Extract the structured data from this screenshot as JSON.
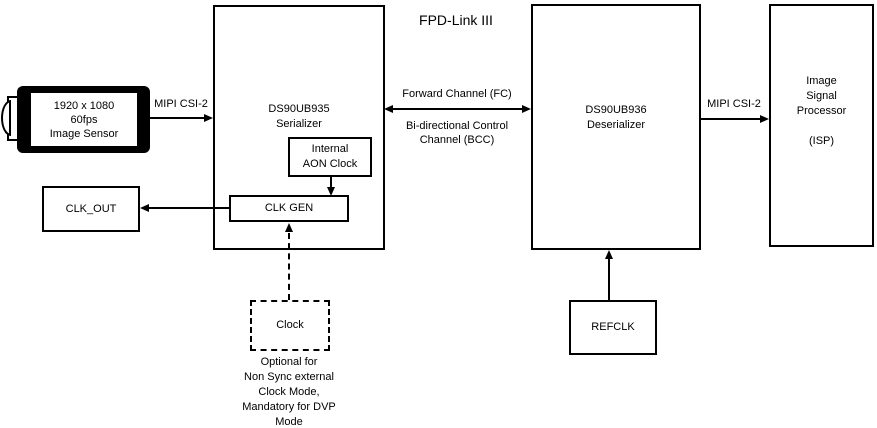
{
  "title": "FPD-Link III",
  "camera": {
    "label": "1920 x 1080\n60fps\nImage Sensor"
  },
  "blocks": {
    "serializer": {
      "label": "DS90UB935\nSerializer"
    },
    "deserializer": {
      "label": "DS90UB936\nDeserializer"
    },
    "isp": {
      "label": "Image\nSignal\nProcessor\n\n(ISP)"
    },
    "aon_clock": {
      "label": "Internal\nAON Clock"
    },
    "clk_gen": {
      "label": "CLK GEN"
    },
    "clk_out": {
      "label": "CLK_OUT"
    },
    "clock": {
      "label": "Clock"
    },
    "refclk": {
      "label": "REFCLK"
    }
  },
  "connections": {
    "mipi_left": {
      "label": "MIPI CSI-2"
    },
    "forward_channel": {
      "label": "Forward Channel (FC)"
    },
    "bcc": {
      "label": "Bi-directional Control\nChannel (BCC)"
    },
    "mipi_right": {
      "label": "MIPI CSI-2"
    }
  },
  "notes": {
    "clock_note": "Optional for\nNon Sync external\nClock Mode,\nMandatory for DVP\nMode"
  },
  "colors": {
    "line": "#000000",
    "background": "#ffffff",
    "text": "#000000"
  }
}
